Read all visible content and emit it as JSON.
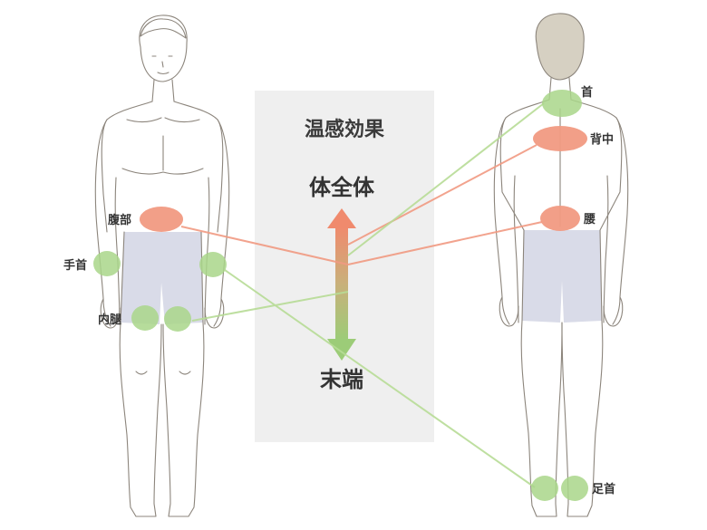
{
  "panel": {
    "title": "温感効果",
    "scale_top": "体全体",
    "scale_bottom": "末端"
  },
  "colors": {
    "warm_zone": "#f19a82",
    "cool_zone": "#a9d68a",
    "panel_bg": "#efefef",
    "shorts": "#d9dbe8",
    "arrow_top": "#f08a6d",
    "arrow_bottom": "#9ccc78"
  },
  "labels": {
    "front_abdomen": "腹部",
    "front_wrist": "手首",
    "front_inner_thigh": "内腿",
    "back_neck": "首",
    "back_upper_back": "背中",
    "back_lower_back": "腰",
    "back_ankle": "足首"
  }
}
